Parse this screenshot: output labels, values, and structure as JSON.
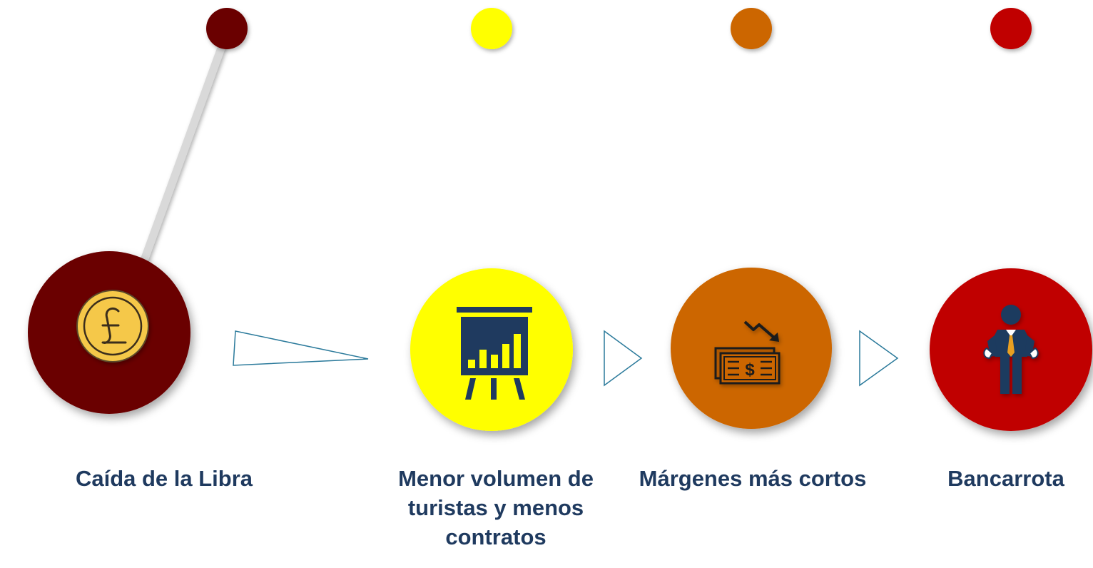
{
  "steps": [
    {
      "label": "Caída de la Libra",
      "color": "#6b0000",
      "icon": "pound-coin-icon"
    },
    {
      "label": "Menor volumen de turistas y menos contratos",
      "color": "#ffff00",
      "icon": "presentation-chart-icon"
    },
    {
      "label": "Márgenes más cortos",
      "color": "#cc6600",
      "icon": "cash-decline-icon"
    },
    {
      "label": "Bancarrota",
      "color": "#c00000",
      "icon": "businessman-icon"
    }
  ],
  "colors": {
    "text": "#1f3a5f",
    "timeline": "#d9d9d9",
    "arrow": "#2b7a9b",
    "icon": "#1f3a5f"
  }
}
